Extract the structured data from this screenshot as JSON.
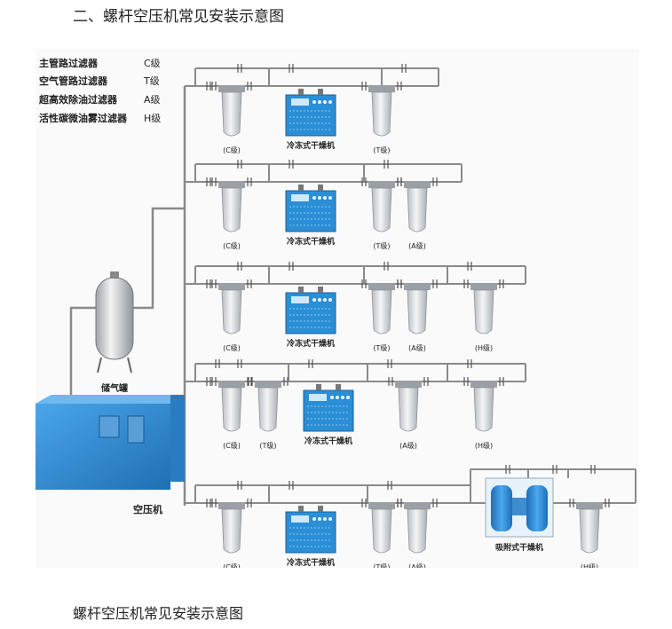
{
  "heading": "二、螺杆空压机常见安装示意图",
  "caption": "螺杆空压机常见安装示意图",
  "legend": [
    {
      "name": "主管路过滤器",
      "grade": "C级"
    },
    {
      "name": "空气管路过滤器",
      "grade": "T级"
    },
    {
      "name": "超高效除油过滤器",
      "grade": "A级"
    },
    {
      "name": "活性碳微油雾过滤器",
      "grade": "H级"
    }
  ],
  "labels": {
    "tank": "储气罐",
    "compressor": "空压机",
    "dryer": "冷冻式干燥机",
    "adsorption": "吸附式干燥机"
  },
  "rows": [
    {
      "filters": [
        "(C级)",
        "(T级)"
      ]
    },
    {
      "filters": [
        "(C级)",
        "(T级)",
        "(A级)"
      ]
    },
    {
      "filters": [
        "(C级)",
        "(T级)",
        "(A级)",
        "(H级)"
      ]
    },
    {
      "filters": [
        "(C级)",
        "(T级)",
        "(A级)",
        "(H级)"
      ]
    },
    {
      "filters": [
        "(C级)",
        "(T级)",
        "(A级)",
        "(H级)"
      ]
    }
  ],
  "colors": {
    "background": "#fafafa",
    "pipe": "#8a8a8a",
    "compressor": "#2f86cf",
    "dryer": "#2a8fd6",
    "filter": "#d6d9dd"
  }
}
